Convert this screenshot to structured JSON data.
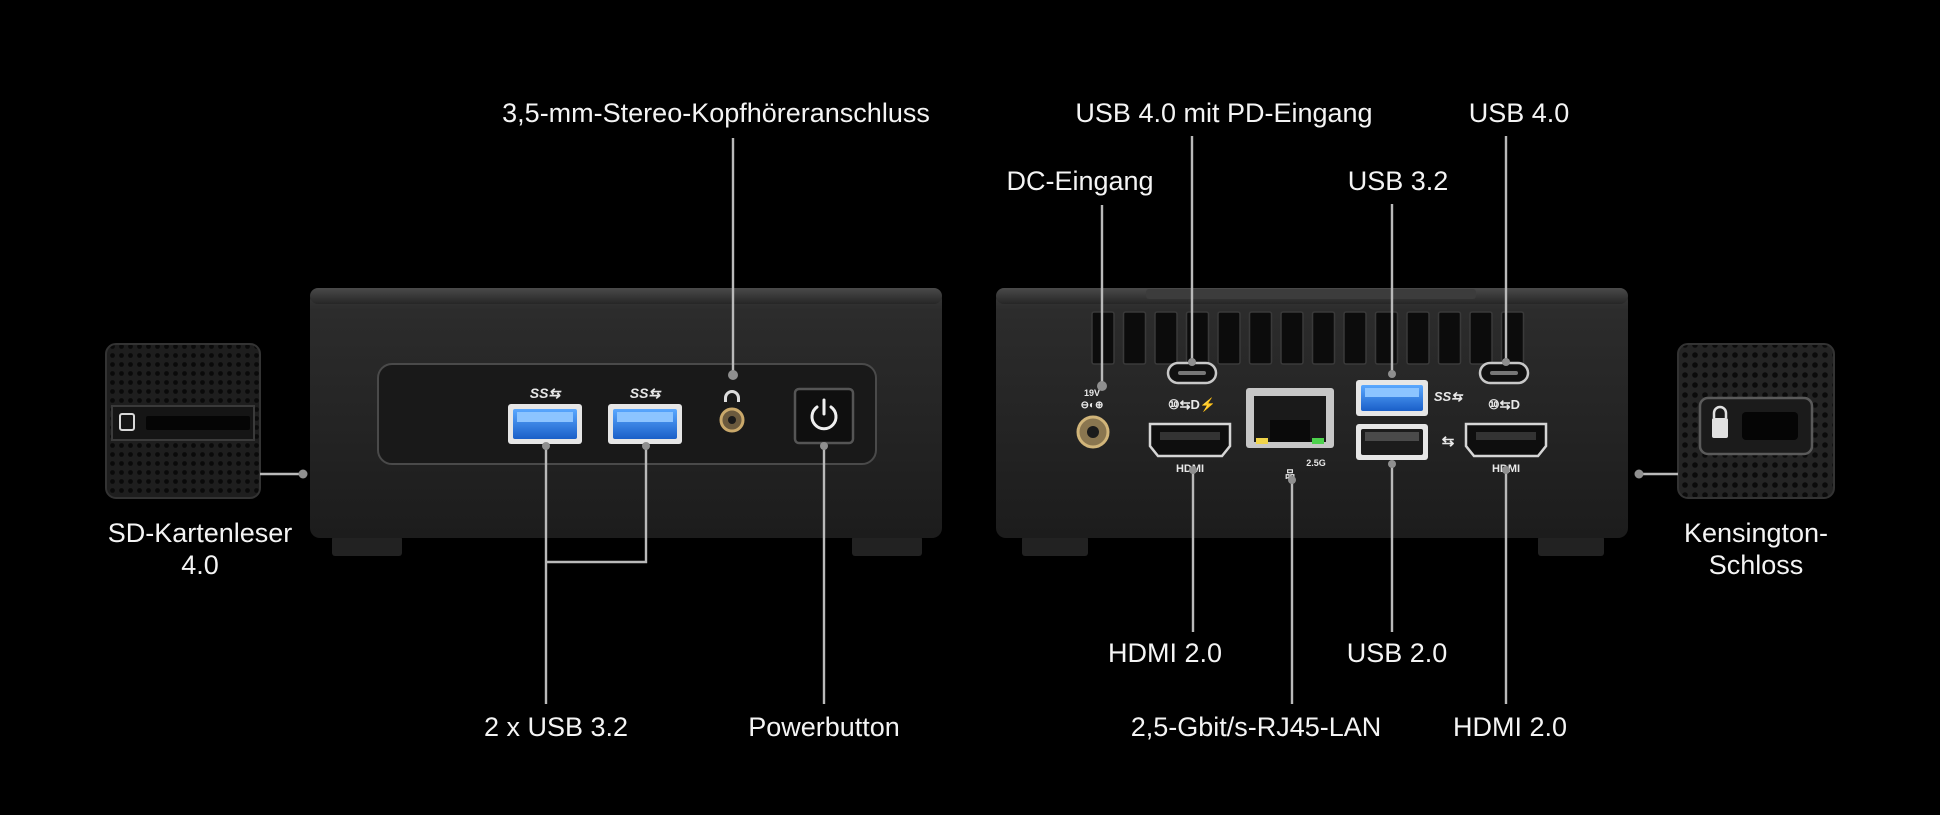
{
  "labels": {
    "headphone": "3,5-mm-Stereo-Kopfhöreranschluss",
    "usb40_pd": "USB 4.0 mit PD-Eingang",
    "usb40": "USB 4.0",
    "dc_in": "DC-Eingang",
    "usb32": "USB 3.2",
    "sd_reader": "SD-Kartenleser\n4.0",
    "kensington": "Kensington-\nSchloss",
    "hdmi_left": "HDMI 2.0",
    "usb20": "USB 2.0",
    "usb32_x2": "2 x USB 3.2",
    "power": "Powerbutton",
    "lan": "2,5-Gbit/s-RJ45-LAN",
    "hdmi_right": "HDMI 2.0"
  },
  "port_marks": {
    "hdmi": "HDMI",
    "lan_speed": "2.5G",
    "dc_voltage": "19V"
  }
}
